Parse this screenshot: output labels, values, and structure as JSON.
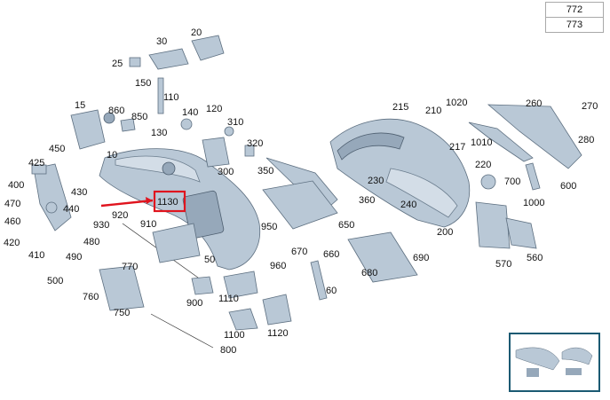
{
  "reference_table": [
    "772",
    "773"
  ],
  "labels": {
    "p772": "772",
    "p773": "773",
    "p20": "20",
    "p30": "30",
    "p25": "25",
    "p150": "150",
    "p110": "110",
    "p15": "15",
    "p860": "860",
    "p850": "850",
    "p130": "130",
    "p140": "140",
    "p120": "120",
    "p310": "310",
    "p320": "320",
    "p300": "300",
    "p350": "350",
    "p450": "450",
    "p425": "425",
    "p400": "400",
    "p430": "430",
    "p470": "470",
    "p440": "440",
    "p460": "460",
    "p420": "420",
    "p480": "480",
    "p410": "410",
    "p490": "490",
    "p500": "500",
    "p10": "10",
    "p1130": "1130",
    "p920": "920",
    "p930": "930",
    "p910": "910",
    "p770": "770",
    "p760": "760",
    "p750": "750",
    "p50": "50",
    "p900": "900",
    "p1110": "1110",
    "p1100": "1100",
    "p1120": "1120",
    "p800": "800",
    "p950": "950",
    "p960": "960",
    "p670": "670",
    "p660": "660",
    "p650": "650",
    "p360": "360",
    "p230": "230",
    "p240": "240",
    "p60": "60",
    "p680": "680",
    "p690": "690",
    "p200": "200",
    "p215": "215",
    "p210": "210",
    "p1020": "1020",
    "p217": "217",
    "p1010": "1010",
    "p260": "260",
    "p270": "270",
    "p280": "280",
    "p220": "220",
    "p700": "700",
    "p600": "600",
    "p1000": "1000",
    "p570": "570",
    "p560": "560"
  },
  "highlight": {
    "part": "1130",
    "color": "#e0141e"
  },
  "colors": {
    "part_fill": "#b9c8d6",
    "outline": "#5d6f80",
    "thumbnail_frame": "#1b5a72"
  }
}
